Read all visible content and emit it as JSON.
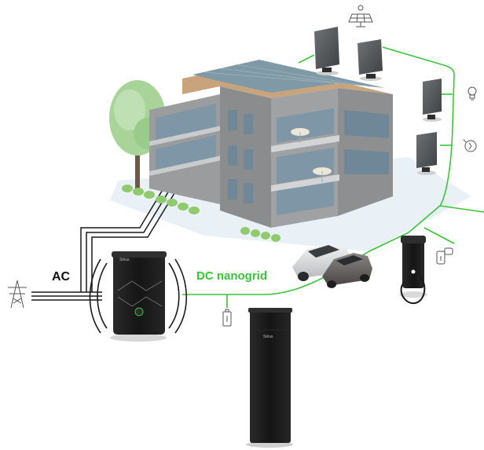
{
  "labels": {
    "ac": "AC",
    "dc_nanogrid": "DC nanogrid",
    "inverter_brand": "Sirius",
    "battery_brand": "Sirius"
  },
  "icons": [
    "solar-panel-icon",
    "lightbulb-icon",
    "power-plug-icon",
    "transmission-tower-icon",
    "battery-icon",
    "ev-charging-icon"
  ],
  "colors": {
    "dc_line": "#39c43a",
    "ac_line": "#1a1a1a",
    "device_body": "#1e1e1e",
    "building_concrete": "#8d8f90",
    "glass": "#7e96a5",
    "solar_panel": "#5a5e61"
  }
}
